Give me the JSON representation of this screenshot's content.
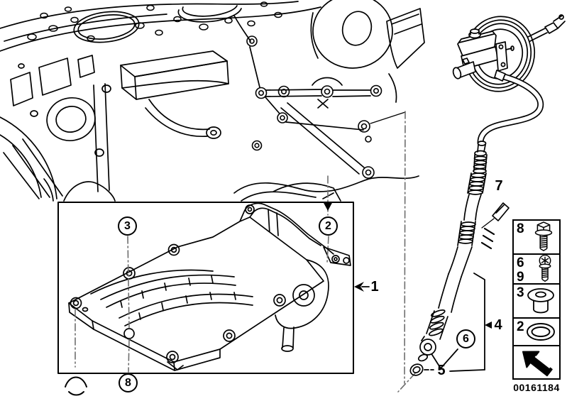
{
  "colors": {
    "line": "#000000",
    "background": "#ffffff",
    "centerline": "#8a8a8a"
  },
  "diagram_id": "00161184",
  "callouts": {
    "c1": "1",
    "c2": "2",
    "c3": "3",
    "c4": "4",
    "c5": "5",
    "c6": "6",
    "c7": "7",
    "c8": "8"
  },
  "legend": {
    "rows": [
      {
        "labels": [
          "8"
        ],
        "icon": "hex-flange-bolt-icon"
      },
      {
        "labels": [
          "6",
          "9"
        ],
        "icon": "torx-screw-icon"
      },
      {
        "labels": [
          "3"
        ],
        "icon": "sealing-plug-icon"
      },
      {
        "labels": [
          "2"
        ],
        "icon": "o-ring-icon"
      },
      {
        "labels": [],
        "icon": "direction-arrow-icon"
      }
    ]
  }
}
